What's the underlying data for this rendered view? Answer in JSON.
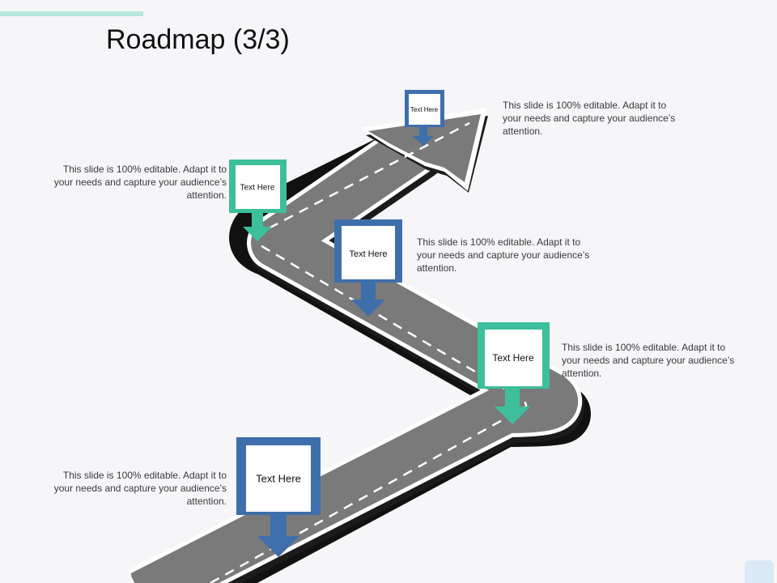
{
  "slide": {
    "title": "Roadmap (3/3)"
  },
  "colors": {
    "road": "#7a7a7a",
    "road_edge": "#111111",
    "teal": "#3dbf9b",
    "blue": "#3f6fab"
  },
  "markers": [
    {
      "label": "Text Here",
      "color": "blue"
    },
    {
      "label": "Text Here",
      "color": "teal"
    },
    {
      "label": "Text Here",
      "color": "blue"
    },
    {
      "label": "Text Here",
      "color": "teal"
    },
    {
      "label": "Text Here",
      "color": "blue"
    }
  ],
  "descriptions": [
    {
      "text": "This slide is 100% editable. Adapt it to your needs and capture your audience’s attention."
    },
    {
      "text": "This slide is 100% editable. Adapt it to your needs and capture your audience’s attention."
    },
    {
      "text": "This slide is 100% editable. Adapt it to your needs and capture your audience’s attention."
    },
    {
      "text": "This slide is 100% editable. Adapt it to your needs and capture your audience’s attention."
    },
    {
      "text": "This slide is 100% editable. Adapt it to your needs and capture your audience’s attention."
    }
  ]
}
